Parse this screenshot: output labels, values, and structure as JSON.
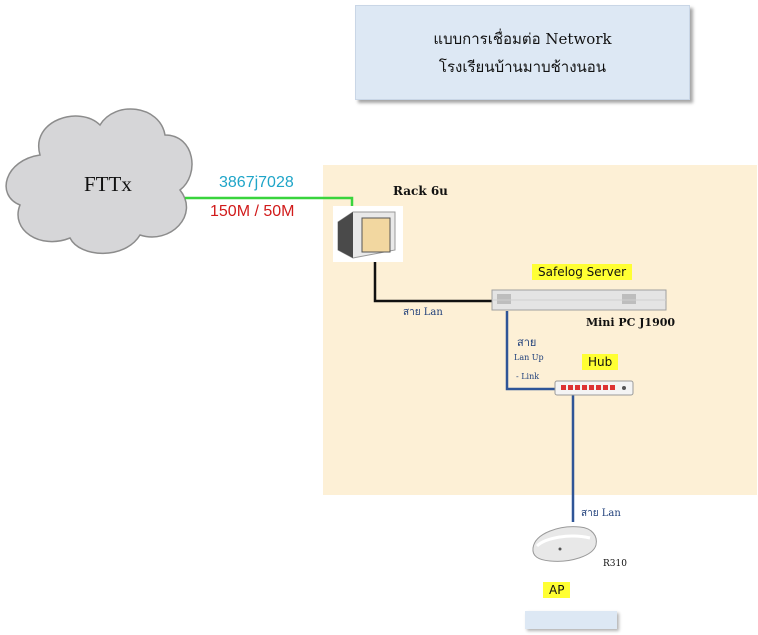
{
  "title": {
    "line1": "แบบการเชื่อมต่อ Network",
    "line2": "โรงเรียนบ้านมาบช้างนอน"
  },
  "cloud": {
    "label": "FTTx"
  },
  "circuit": {
    "id": "3867j7028",
    "speed": "150M / 50M"
  },
  "rack": {
    "label": "Rack 6u"
  },
  "server": {
    "label": "Safelog Server",
    "model": "Mini PC J1900"
  },
  "hub": {
    "label": "Hub"
  },
  "ap": {
    "label": "AP",
    "model": "R310"
  },
  "cables": {
    "rack_server": "สาย Lan",
    "server_hub_line1": "สาย",
    "server_hub_line2": "Lan Up",
    "server_hub_line3": "- Link",
    "hub_ap": "สาย Lan"
  },
  "colors": {
    "fiber_line": "#39d43d",
    "lan_black": "#111111",
    "lan_blue": "#2f5597",
    "circuit_id": "#1fa5c8",
    "speed": "#d11b1b",
    "highlight": "#ffff33"
  }
}
